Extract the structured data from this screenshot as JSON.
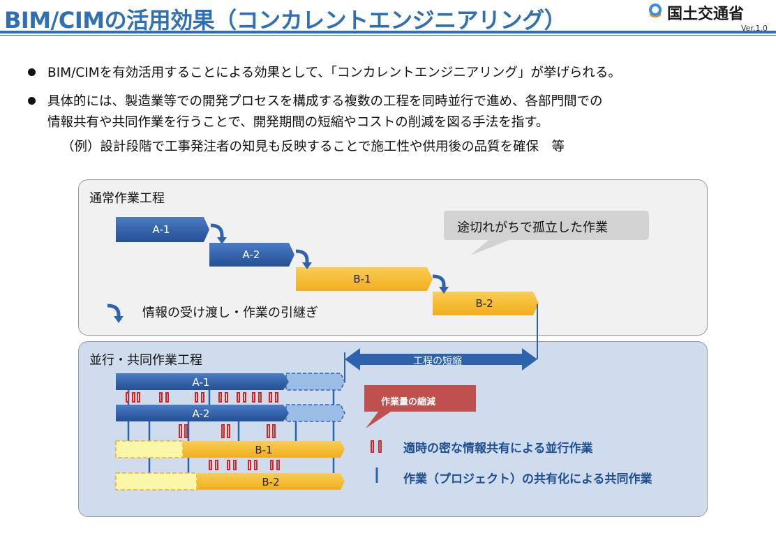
{
  "header": {
    "title": "BIM/CIMの活用効果（コンカレントエンジニアリング）",
    "ministry": "国土交通省",
    "version": "Ver.1.0"
  },
  "bullets": [
    "BIM/CIMを有効活用することによる効果として、「コンカレントエンジニアリング」が挙げられる。",
    "具体的には、製造業等での開発プロセスを構成する複数の工程を同時並行で進め、各部門間での",
    "情報共有や共同作業を行うことで、開発期間の短縮やコストの削減を図る手法を指す。",
    "（例）設計段階で工事発注者の知見も反映することで施工性や供用後の品質を確保　等"
  ],
  "top_panel": {
    "label": "通常作業工程",
    "tasks": [
      "A-1",
      "A-2",
      "B-1",
      "B-2"
    ],
    "callout": "途切れがちで孤立した作業",
    "legend": "情報の受け渡し・作業の引継ぎ"
  },
  "bottom_panel": {
    "label": "並行・共同作業工程",
    "tasks": [
      "A-1",
      "A-2",
      "B-1",
      "B-2"
    ],
    "shorten_label": "工程の短縮",
    "callout": "作業量の縮減",
    "legend_red": "適時の密な情報共有による並行作業",
    "legend_blue": "作業（プロジェクト）の共有化による共同作業"
  },
  "colors": {
    "title_blue": "#2f6fb3",
    "task_blue": "#2e62ad",
    "task_orange": "#f5bc32",
    "pale_yellow": "#fbf7a8",
    "callout_gray": "#d2d2d2",
    "callout_red": "#c0504d",
    "red_mark": "#e02020"
  }
}
